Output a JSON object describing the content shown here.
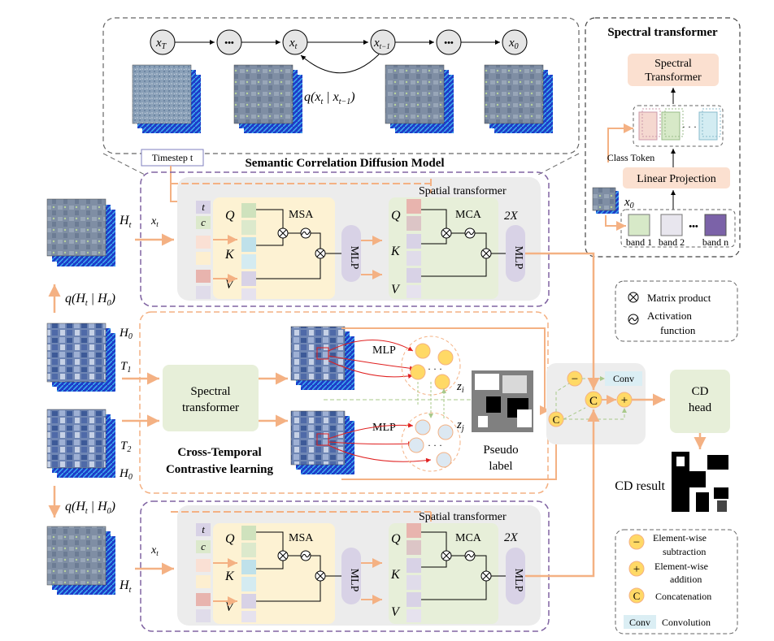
{
  "diffusion": {
    "title": "Semantic Correlation Diffusion Model",
    "nodes": [
      {
        "main": "x",
        "sub": "T"
      },
      {
        "main": "•••",
        "sub": ""
      },
      {
        "main": "x",
        "sub": "t"
      },
      {
        "main": "x",
        "sub": "t−1"
      },
      {
        "main": "•••",
        "sub": ""
      },
      {
        "main": "x",
        "sub": "0"
      }
    ],
    "q_label": "q(x | x )",
    "q_sub1": "t",
    "q_sub2": "t−1",
    "timestep": "Timestep t"
  },
  "spectral_panel": {
    "title": "Spectral transformer",
    "transformer": "Spectral Transformer",
    "class_token": "Class Token",
    "linear_projection": "Linear Projection",
    "x0": "x",
    "x0_sub": "0",
    "bands": [
      "band 1",
      "band 2",
      "•••",
      "band n"
    ]
  },
  "branch": {
    "tokens": [
      "t",
      "c"
    ],
    "q": "Q",
    "k": "K",
    "v": "V",
    "msa": "MSA",
    "mlp": "MLP",
    "spatial_transformer": "Spatial transformer",
    "mca": "MCA",
    "repeat": "2X",
    "xt": "x",
    "xt_sub": "t",
    "ht": "H",
    "ht_sub": "t"
  },
  "left": {
    "q_upper": "q(H | H )",
    "q_upper_s1": "t",
    "q_upper_s2": "0",
    "h0": "H",
    "h0_sub": "0",
    "t1": "T",
    "t1_sub": "1",
    "t2": "T",
    "t2_sub": "2",
    "q_lower": "q(H | H )",
    "q_lower_s1": "t",
    "q_lower_s2": "0"
  },
  "contrastive": {
    "spectral": "Spectral transformer",
    "title_line1": "Cross-Temporal",
    "title_line2": "Contrastive learning",
    "mlp": "MLP",
    "zi": "z",
    "zi_sub": "i",
    "zj": "z",
    "zj_sub": "j",
    "pseudo_line1": "Pseudo",
    "pseudo_line2": "label",
    "dots": "· · ·"
  },
  "fusion": {
    "minus": "−",
    "plus": "+",
    "concat": "C",
    "conv": "Conv",
    "cd_head_line1": "CD",
    "cd_head_line2": "head",
    "cd_result": "CD result"
  },
  "legend_top": {
    "matrix": "Matrix product",
    "activation_line1": "Activation",
    "activation_line2": "function"
  },
  "legend_bottom": {
    "sub_line1": "Element-wise",
    "sub_line2": "subtraction",
    "add_line1": "Element-wise",
    "add_line2": "addition",
    "concat": "Concatenation",
    "conv_label": "Conv",
    "conv_desc": "Convolution"
  }
}
